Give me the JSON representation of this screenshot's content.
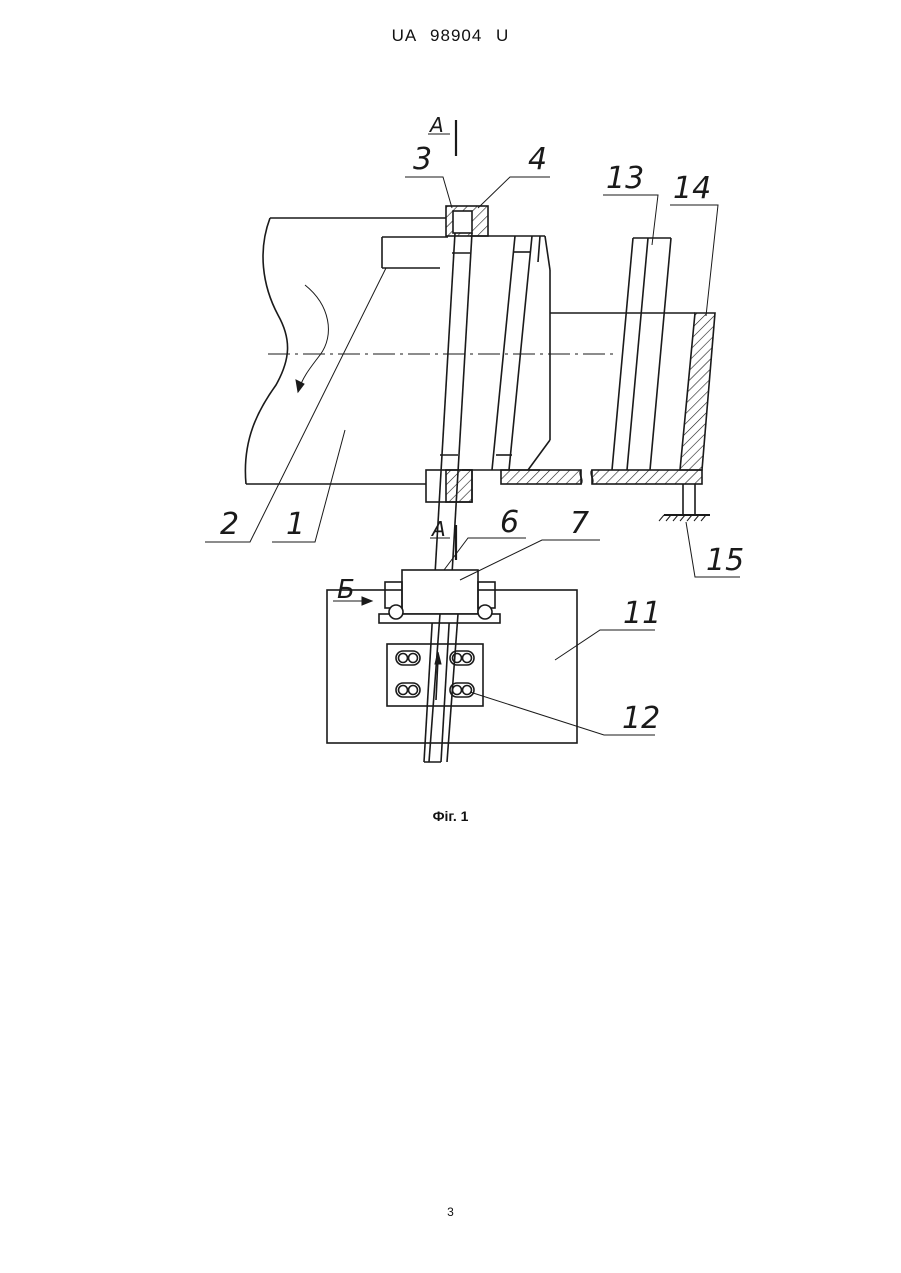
{
  "document": {
    "header": "UA 98904 U",
    "caption": "Фіг. 1",
    "page_number": "3"
  },
  "figure": {
    "labels": {
      "l1": "1",
      "l2": "2",
      "l3": "3",
      "l4": "4",
      "l6": "6",
      "l7": "7",
      "l11": "11",
      "l12": "12",
      "l13": "13",
      "l14": "14",
      "l15": "15"
    },
    "section_mark": "A",
    "view_mark": "Б",
    "stroke_color": "#1a1a1a"
  }
}
